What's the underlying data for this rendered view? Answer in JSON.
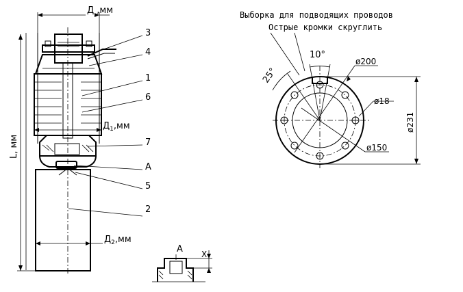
{
  "pump": {
    "dim_d": "Д ,мм",
    "dim_d1": "Д",
    "dim_d1_sub": "1",
    "dim_d1_unit": ",мм",
    "dim_d2": "Д",
    "dim_d2_sub": "2",
    "dim_d2_unit": ",мм",
    "dim_l": "L, мм",
    "callouts": [
      "3",
      "4",
      "1",
      "6",
      "7",
      "A",
      "5",
      "2"
    ]
  },
  "detail": {
    "label": "A",
    "dim_x": "Х"
  },
  "flange": {
    "note_line1": "Выборка для подводящих проводов",
    "note_line2": "Острые кромки скруглить",
    "angle_10": "10°",
    "angle_25": "25°",
    "d200": "ø200",
    "d18": "ø18",
    "d150": "ø150",
    "d231": "ø231"
  }
}
